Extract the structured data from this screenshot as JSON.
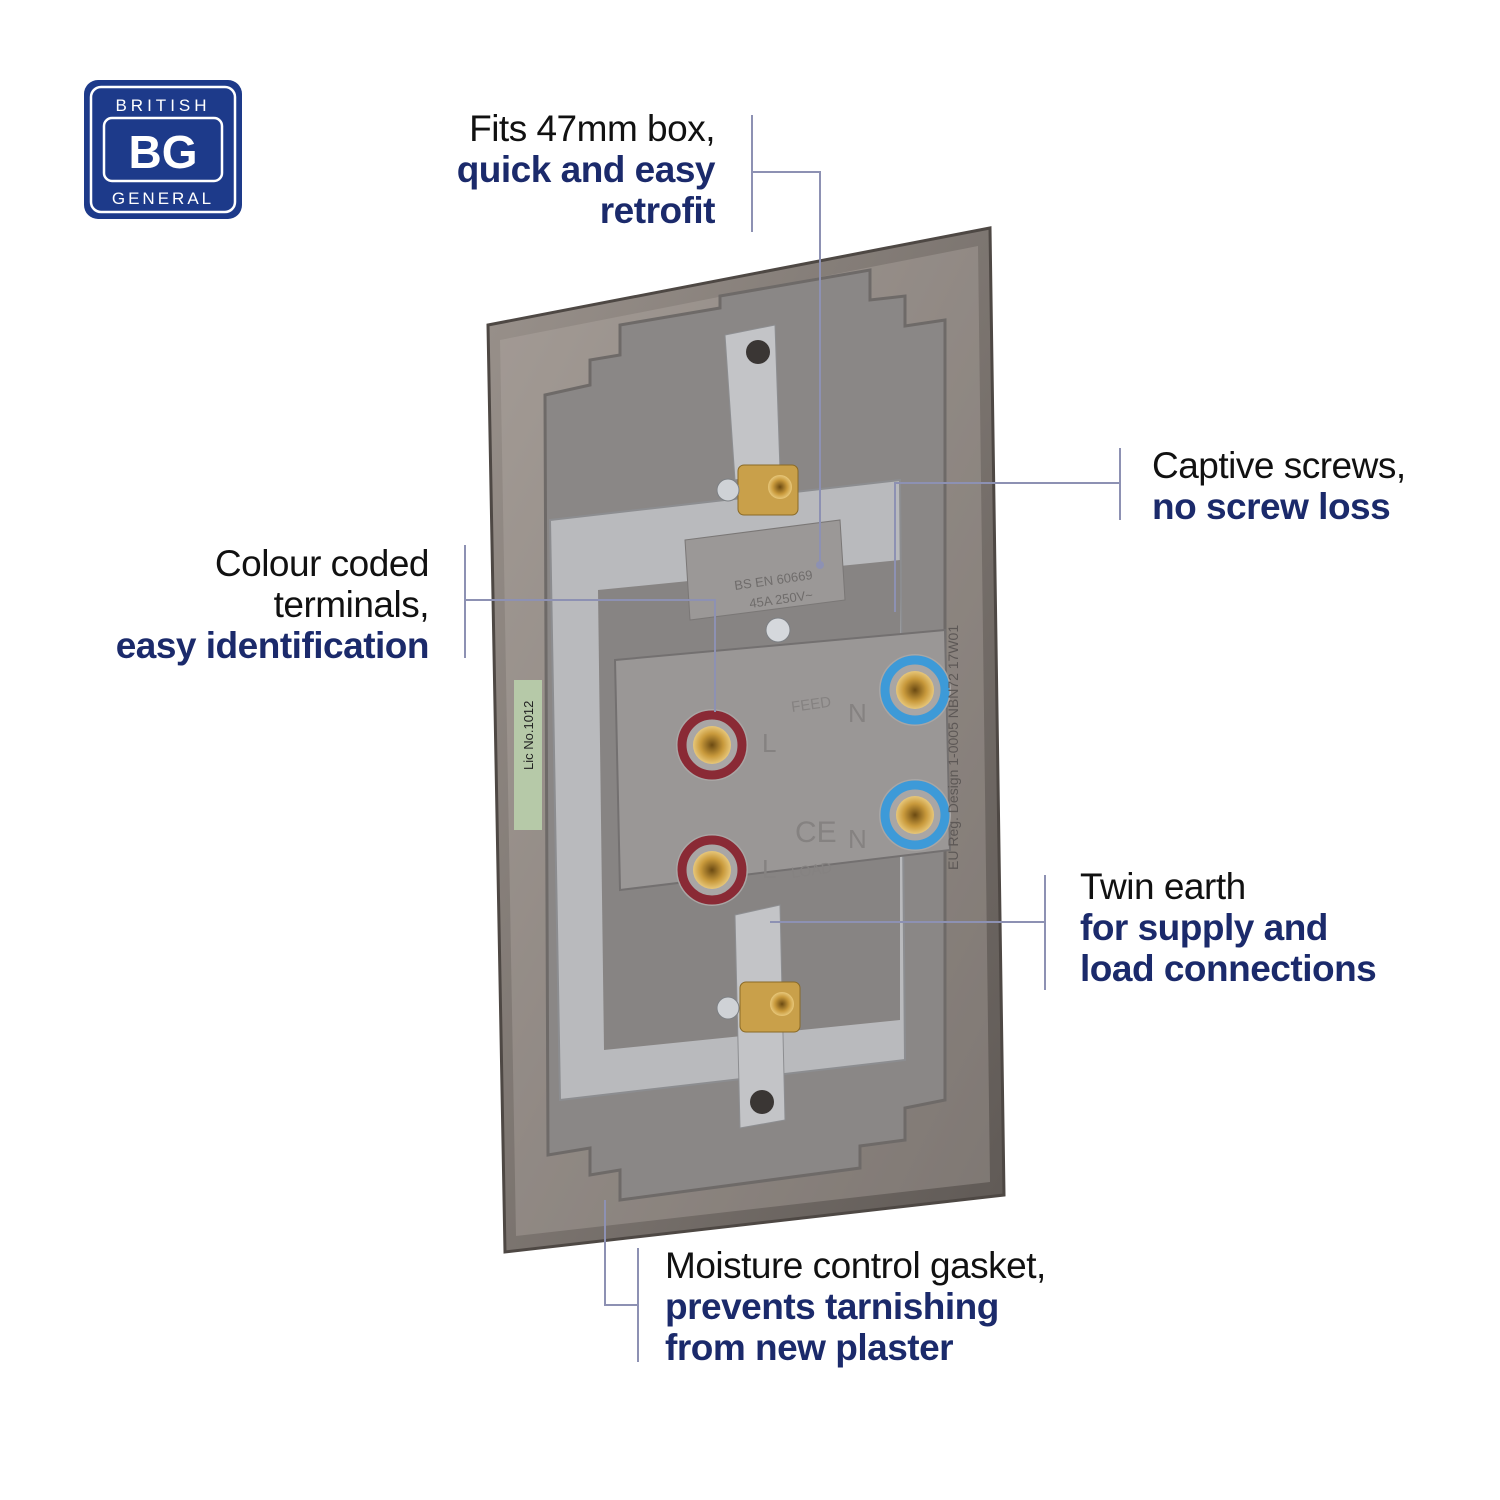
{
  "logo": {
    "top": "BRITISH",
    "middle": "BG",
    "bottom": "GENERAL",
    "color": "#1d3a8a"
  },
  "callouts": [
    {
      "plain": [
        "Fits 47mm box,"
      ],
      "bold": [
        "quick and easy",
        "retrofit"
      ]
    },
    {
      "plain": [
        "Captive screws,"
      ],
      "bold": [
        "no screw loss"
      ]
    },
    {
      "plain": [
        "Colour coded",
        "terminals,"
      ],
      "bold": [
        "easy identification"
      ]
    },
    {
      "plain": [
        "Twin earth"
      ],
      "bold": [
        "for supply and",
        "load connections"
      ]
    },
    {
      "plain": [
        "Moisture control gasket,"
      ],
      "bold": [
        "prevents tarnishing",
        "from new plaster"
      ]
    }
  ],
  "product_markings": {
    "standard": "BS EN 60669",
    "rating": "45A 250V~",
    "feed": "FEED",
    "load": "LOAD",
    "live": "L",
    "neutral": "N",
    "ce": "CE",
    "label": "Lic No.1012",
    "side_text": "EU Reg. Design 1-0005 NBN72 17W01"
  },
  "colors": {
    "text_bold": "#1b2a6b",
    "leader_line": "#8d91b3",
    "live_ring": "#8a2a35",
    "neutral_ring": "#3d9ad8"
  }
}
